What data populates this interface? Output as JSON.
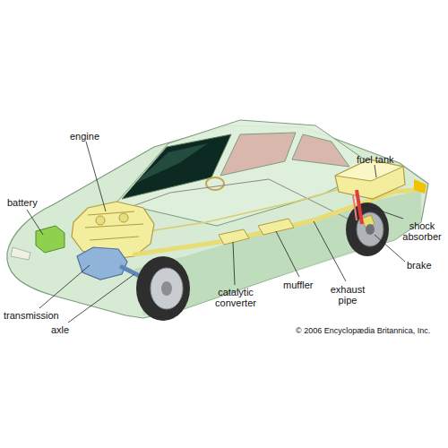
{
  "diagram": {
    "labels": [
      "engine",
      "fuel tank",
      "battery",
      "shock absorber",
      "brake",
      "transmission",
      "axle",
      "catalytic converter",
      "muffler",
      "exhaust pipe",
      "© 2006 Encyclopædia Britannica, Inc."
    ]
  }
}
